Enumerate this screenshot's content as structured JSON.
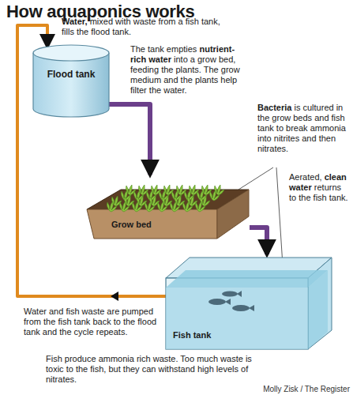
{
  "diagram": {
    "title": "How aquaponics works",
    "nodes": [
      {
        "text": [
          "Flood tank"
        ]
      },
      {
        "text": [
          "Grow bed"
        ]
      },
      {
        "text": [
          "Fish tank"
        ]
      }
    ],
    "edges": [
      {
        "from": 0,
        "to": 1,
        "arrow": "to"
      },
      {
        "from": 1,
        "to": 2,
        "arrow": "to"
      },
      {
        "from": 2,
        "to": 0,
        "arrow": "to"
      }
    ],
    "labels": [
      "Water,",
      "mixed with waste from a fish tank, fills the flood tank.",
      "The tank empties",
      "nutrient-rich water",
      "into a grow bed, feeding the plants. The grow medium and the plants help filter the water.",
      "Bacteria",
      "is cultured in the grow beds and fish tank to break ammonia into nitrites and then nitrates.",
      "Aerated,",
      "clean water",
      "returns to the fish tank.",
      "Water and fish waste are pumped from the fish tank back to the flood tank and the cycle repeats.",
      "Fish produce ammonia rich waste. Too much waste is toxic to the fish, but they can withstand high levels of nitrates.",
      "Molly Zisk / The Register"
    ]
  }
}
